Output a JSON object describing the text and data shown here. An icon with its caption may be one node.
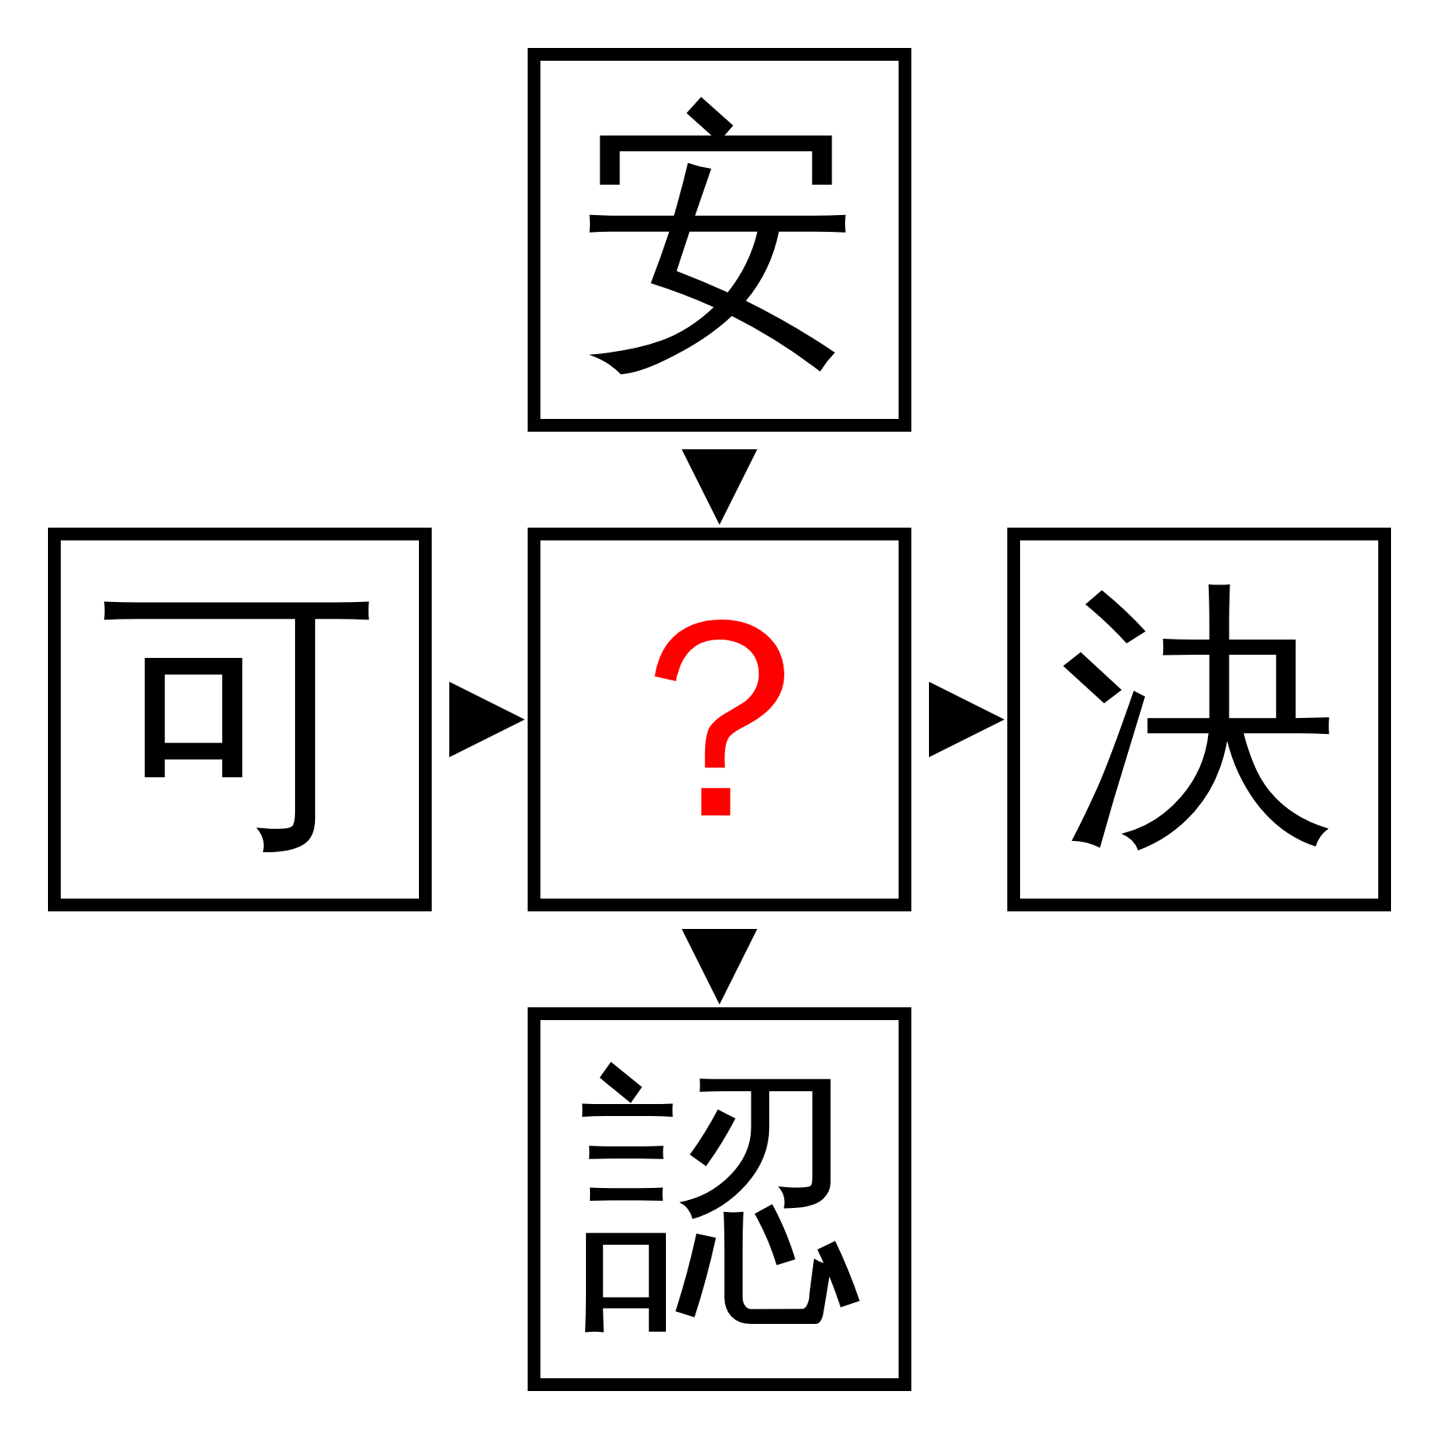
{
  "diagram": {
    "nodes": [
      {
        "text": [
          "安"
        ]
      },
      {
        "text": [
          "可"
        ]
      },
      {
        "text": [
          "？"
        ]
      },
      {
        "text": [
          "決"
        ]
      },
      {
        "text": [
          "認"
        ]
      }
    ],
    "edges": [
      {
        "from": 0,
        "to": 2,
        "arrow": "to"
      },
      {
        "from": 1,
        "to": 2,
        "arrow": "to"
      },
      {
        "from": 2,
        "to": 3,
        "arrow": "to"
      },
      {
        "from": 2,
        "to": 4,
        "arrow": "to"
      }
    ]
  }
}
